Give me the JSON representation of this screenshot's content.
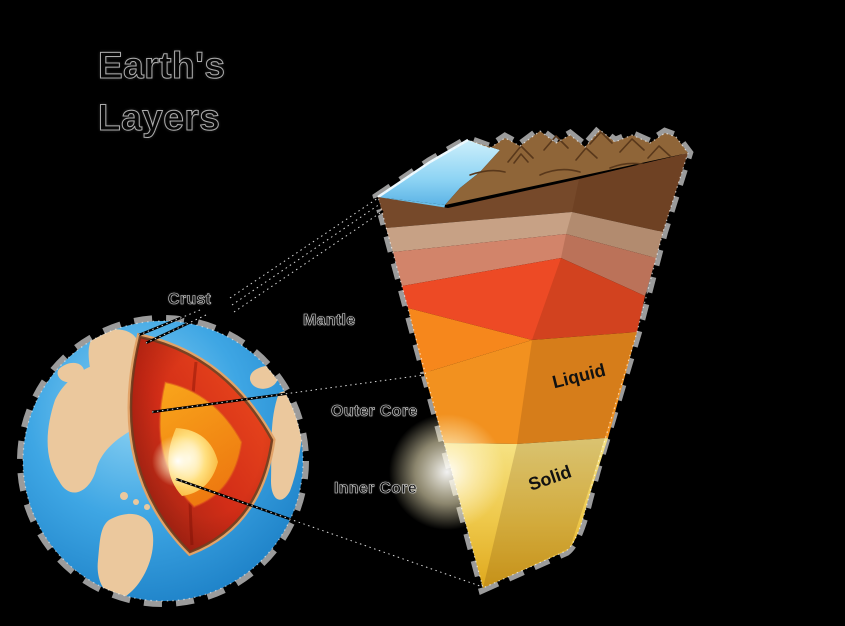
{
  "background": "#000000",
  "title": {
    "line1": "Earth's",
    "line2": "Layers"
  },
  "globe": {
    "labels": {
      "crust": "Crust",
      "outer_core": "Outer Core",
      "inner_core": "Inner Core"
    }
  },
  "wedge": {
    "labels": {
      "mantle": "Mantle",
      "liquid": "Liquid",
      "solid": "Solid"
    }
  },
  "colors": {
    "ocean": "#2E9FE0",
    "land": "#EBC89D",
    "mantle_red": "#D22D17",
    "outer_core_orange": "#F59C1A",
    "inner_core_yellow": "#FFDF7E",
    "crust_brown": "#76492A",
    "upper_mantle_tan": "#C7A185",
    "upper_mantle_salmon": "#D2846A",
    "mantle_redorange": "#ED4A25",
    "mantle_orange": "#F6871C",
    "liquid_orange": "#F2911F",
    "solid_yellow": "#EFC94C",
    "water_blue": "#A8E2F8",
    "mountain_brown": "#8F6538",
    "backing_gray": "#9B9B9B",
    "leader_line": "#000000"
  }
}
